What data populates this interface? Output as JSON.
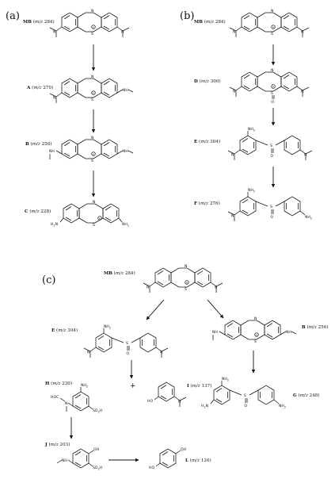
{
  "panels": {
    "a": {
      "tag": "(a)",
      "compounds": [
        {
          "letter": "MB",
          "mz": "284",
          "left_group": "dimethylamino",
          "right_group": "dimethylamino"
        },
        {
          "letter": "A",
          "mz": "270",
          "left_group": "dimethylamino",
          "right_group": "methylamino"
        },
        {
          "letter": "B",
          "mz": "256",
          "left_group": "methylamino",
          "right_group": "methylamino"
        },
        {
          "letter": "C",
          "mz": "228",
          "left_group": "amino",
          "right_group": "amino"
        }
      ]
    },
    "b": {
      "tag": "(b)",
      "compounds": [
        {
          "letter": "MB",
          "mz": "284"
        },
        {
          "letter": "D",
          "mz": "300"
        },
        {
          "letter": "E",
          "mz": "304"
        },
        {
          "letter": "F",
          "mz": "276"
        }
      ]
    },
    "c": {
      "tag": "(c)",
      "compounds": [
        {
          "letter": "MB",
          "mz": "284"
        },
        {
          "letter": "E",
          "mz": "304"
        },
        {
          "letter": "B",
          "mz": "256"
        },
        {
          "letter": "G",
          "mz": "248"
        },
        {
          "letter": "H",
          "mz": "230"
        },
        {
          "letter": "I",
          "mz": "137"
        },
        {
          "letter": "J",
          "mz": "203"
        },
        {
          "letter": "L",
          "mz": "126"
        }
      ],
      "plus_sign": "+"
    }
  },
  "atoms": {
    "n": "N",
    "s": "S",
    "o": "O",
    "nh": "NH",
    "nh2": "NH",
    "h2n": "H",
    "so3h": "SO",
    "oh": "OH",
    "ho": "HO",
    "hoc": "HOC",
    "h_label": "H",
    "sub2": "2",
    "sub3": "3",
    "sub2n": "2",
    "h2n_n": "N",
    "plus_charge": "+"
  }
}
